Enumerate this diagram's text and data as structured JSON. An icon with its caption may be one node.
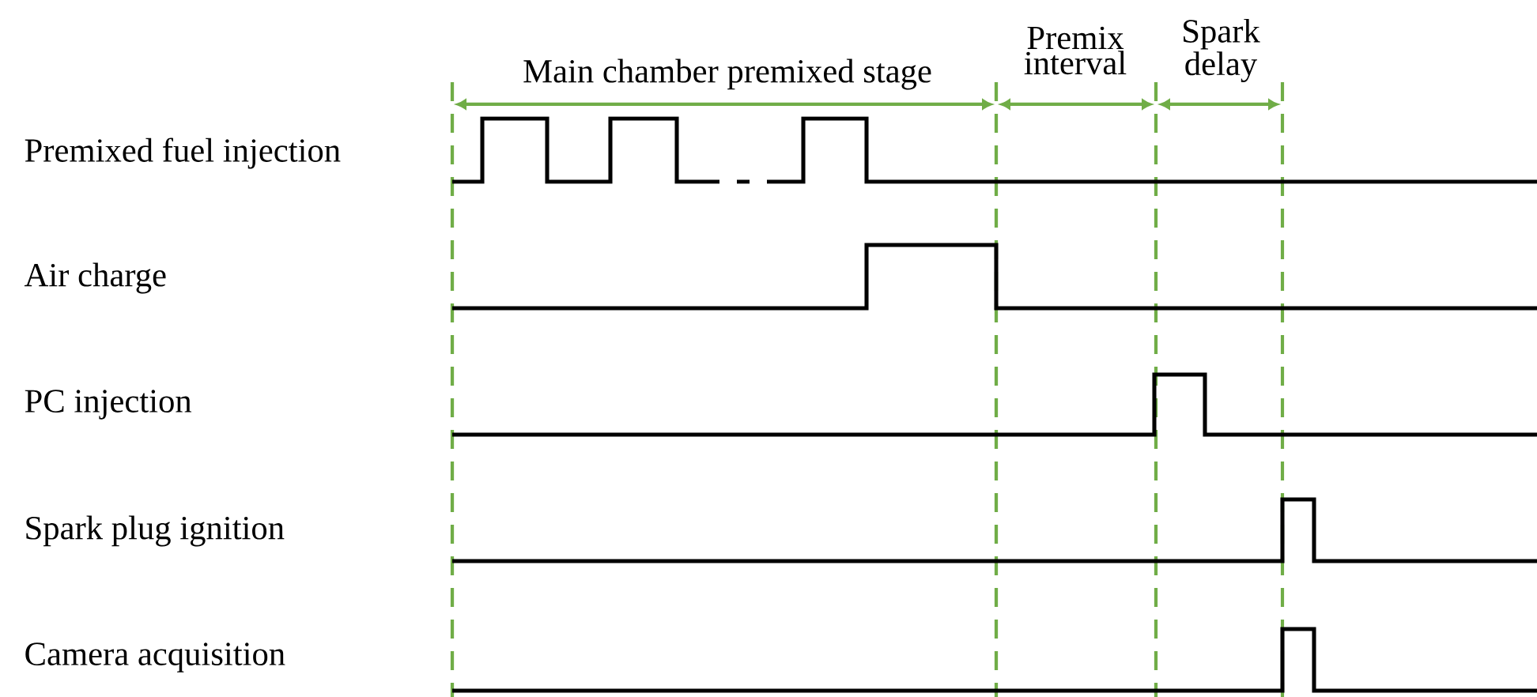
{
  "diagram": {
    "labels": [
      "Main chamber premixed stage",
      "Premix interval",
      "Spark delay",
      "Premixed fuel injection",
      "Air charge",
      "PC injection",
      "Spark plug ignition",
      "Camera acquisition"
    ]
  }
}
